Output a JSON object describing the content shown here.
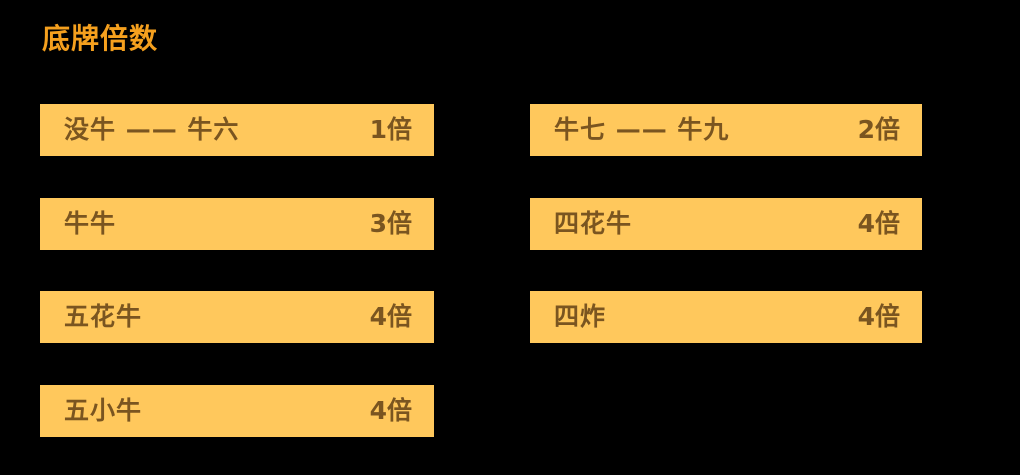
{
  "page": {
    "title": "底牌倍数",
    "background_color": "#000000",
    "title_color": "#F5A01E",
    "bar_color": "#FFC85C",
    "bar_text_color": "#7A5520"
  },
  "multiplier_table": {
    "left_column": [
      {
        "label": "没牛 —— 牛六",
        "value": "1倍"
      },
      {
        "label": "牛牛",
        "value": "3倍"
      },
      {
        "label": "五花牛",
        "value": "4倍"
      },
      {
        "label": "五小牛",
        "value": "4倍"
      }
    ],
    "right_column": [
      {
        "label": "牛七 —— 牛九",
        "value": "2倍"
      },
      {
        "label": "四花牛",
        "value": "4倍"
      },
      {
        "label": "四炸",
        "value": "4倍"
      }
    ]
  }
}
